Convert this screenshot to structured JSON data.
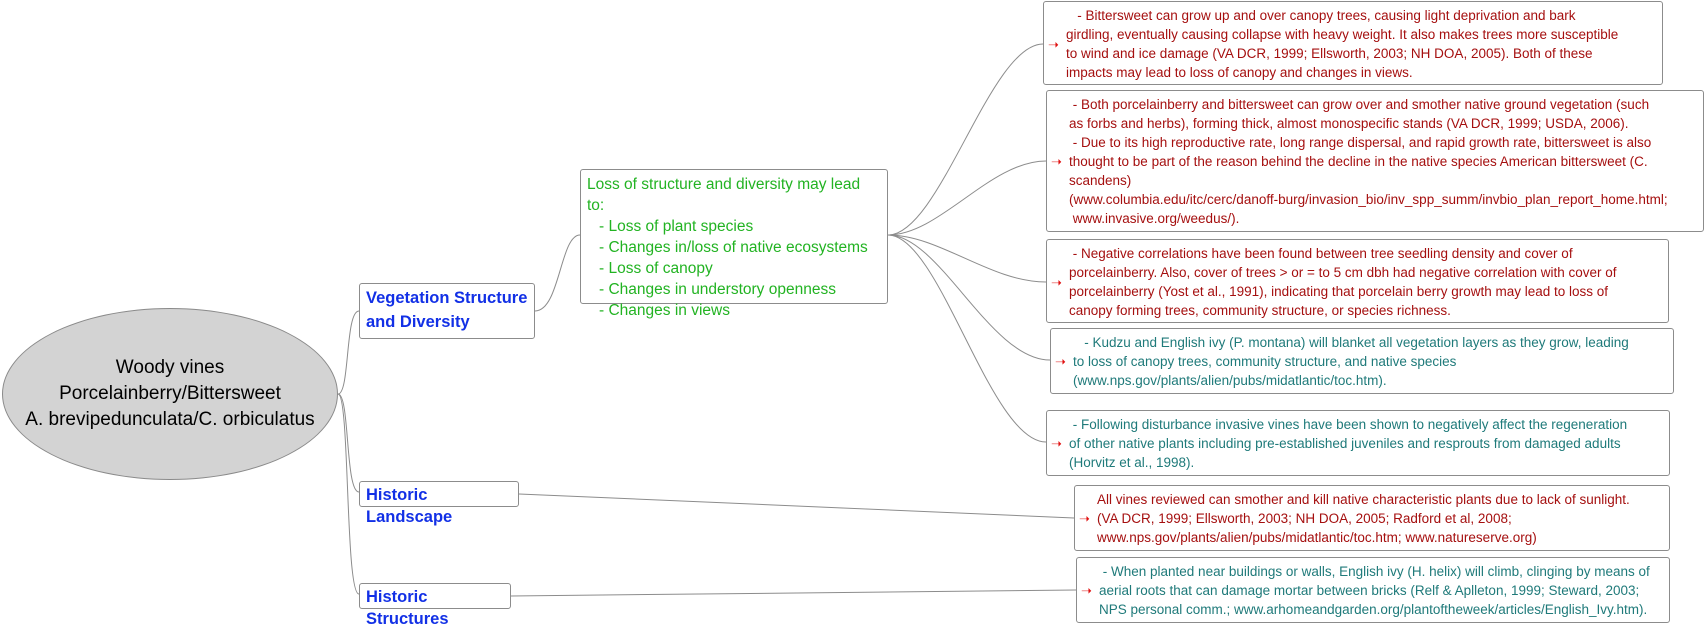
{
  "root": {
    "lines": [
      "Woody vines",
      "Porcelainberry/Bittersweet",
      "A. brevipedunculata/C. orbiculatus"
    ]
  },
  "branches": {
    "vegetation": [
      "Vegetation Structure",
      "and Diversity"
    ],
    "landscape": "Historic Landscape",
    "structures": "Historic Structures"
  },
  "hub": {
    "title": "Loss of structure and diversity may lead to:",
    "items": [
      "- Loss of plant species",
      "- Changes in/loss of native ecosystems",
      "- Loss of canopy",
      "- Changes in understory openness",
      "- Changes in views"
    ]
  },
  "notes": [
    {
      "lines": [
        "   - Bittersweet can grow up and over canopy trees, causing light deprivation and bark",
        "girdling, eventually causing collapse with heavy weight. It also makes trees more susceptible",
        "to wind and ice damage (VA DCR, 1999; Ellsworth, 2003; NH DOA, 2005). Both of these",
        "impacts may lead to loss of canopy and changes in views."
      ]
    },
    {
      "lines": [
        " - Both porcelainberry and bittersweet can grow over and smother native ground vegetation (such",
        "as forbs and herbs), forming thick, almost monospecific stands (VA DCR, 1999; USDA, 2006).",
        " - Due to its high reproductive rate, long range dispersal, and rapid growth rate, bittersweet is also",
        "thought to be part of the reason behind the decline in the native species American bittersweet (C.",
        "scandens)",
        "(www.columbia.edu/itc/cerc/danoff-burg/invasion_bio/inv_spp_summ/invbio_plan_report_home.html;",
        " www.invasive.org/weedus/)."
      ]
    },
    {
      "lines": [
        " - Negative correlations have been found between tree seedling density and cover of",
        "porcelainberry. Also, cover of trees > or = to 5 cm dbh had negative correlation with cover of",
        "porcelainberry (Yost et al., 1991), indicating that porcelain berry growth may lead to loss of",
        "canopy forming trees, community structure, or species richness."
      ]
    },
    {
      "lines": [
        "   - Kudzu and English ivy (P. montana) will blanket all vegetation layers as they grow, leading",
        "to loss of canopy trees, community structure, and native species",
        "(www.nps.gov/plants/alien/pubs/midatlantic/toc.htm)."
      ]
    },
    {
      "lines": [
        " - Following disturbance invasive vines have been shown to negatively affect the regeneration",
        "of other native plants including pre-established juveniles and resprouts from damaged adults",
        "(Horvitz et al., 1998)."
      ]
    },
    {
      "lines": [
        "All vines reviewed can smother and kill native characteristic plants due to lack of sunlight.",
        "(VA DCR, 1999; Ellsworth, 2003; NH DOA, 2005; Radford et al, 2008;",
        "www.nps.gov/plants/alien/pubs/midatlantic/toc.htm; www.natureserve.org)"
      ]
    },
    {
      "lines": [
        " - When planted near buildings or walls, English ivy (H. helix) will climb, clinging by means of",
        "aerial roots that can damage mortar between bricks (Relf & Aplleton, 1999; Steward, 2003;",
        "NPS personal comm.; www.arhomeandgarden.org/plantoftheweek/articles/English_Ivy.htm)."
      ]
    }
  ],
  "arrow_icon": "right-arrow-icon",
  "colors": {
    "root_fill": "#d3d3d3",
    "branch_text": "#1230e6",
    "hub_text": "#22b322",
    "note_red": "#a50f0f",
    "note_teal": "#1f7a7a",
    "arrow": "#e01010",
    "connector": "#8c8c8c"
  }
}
